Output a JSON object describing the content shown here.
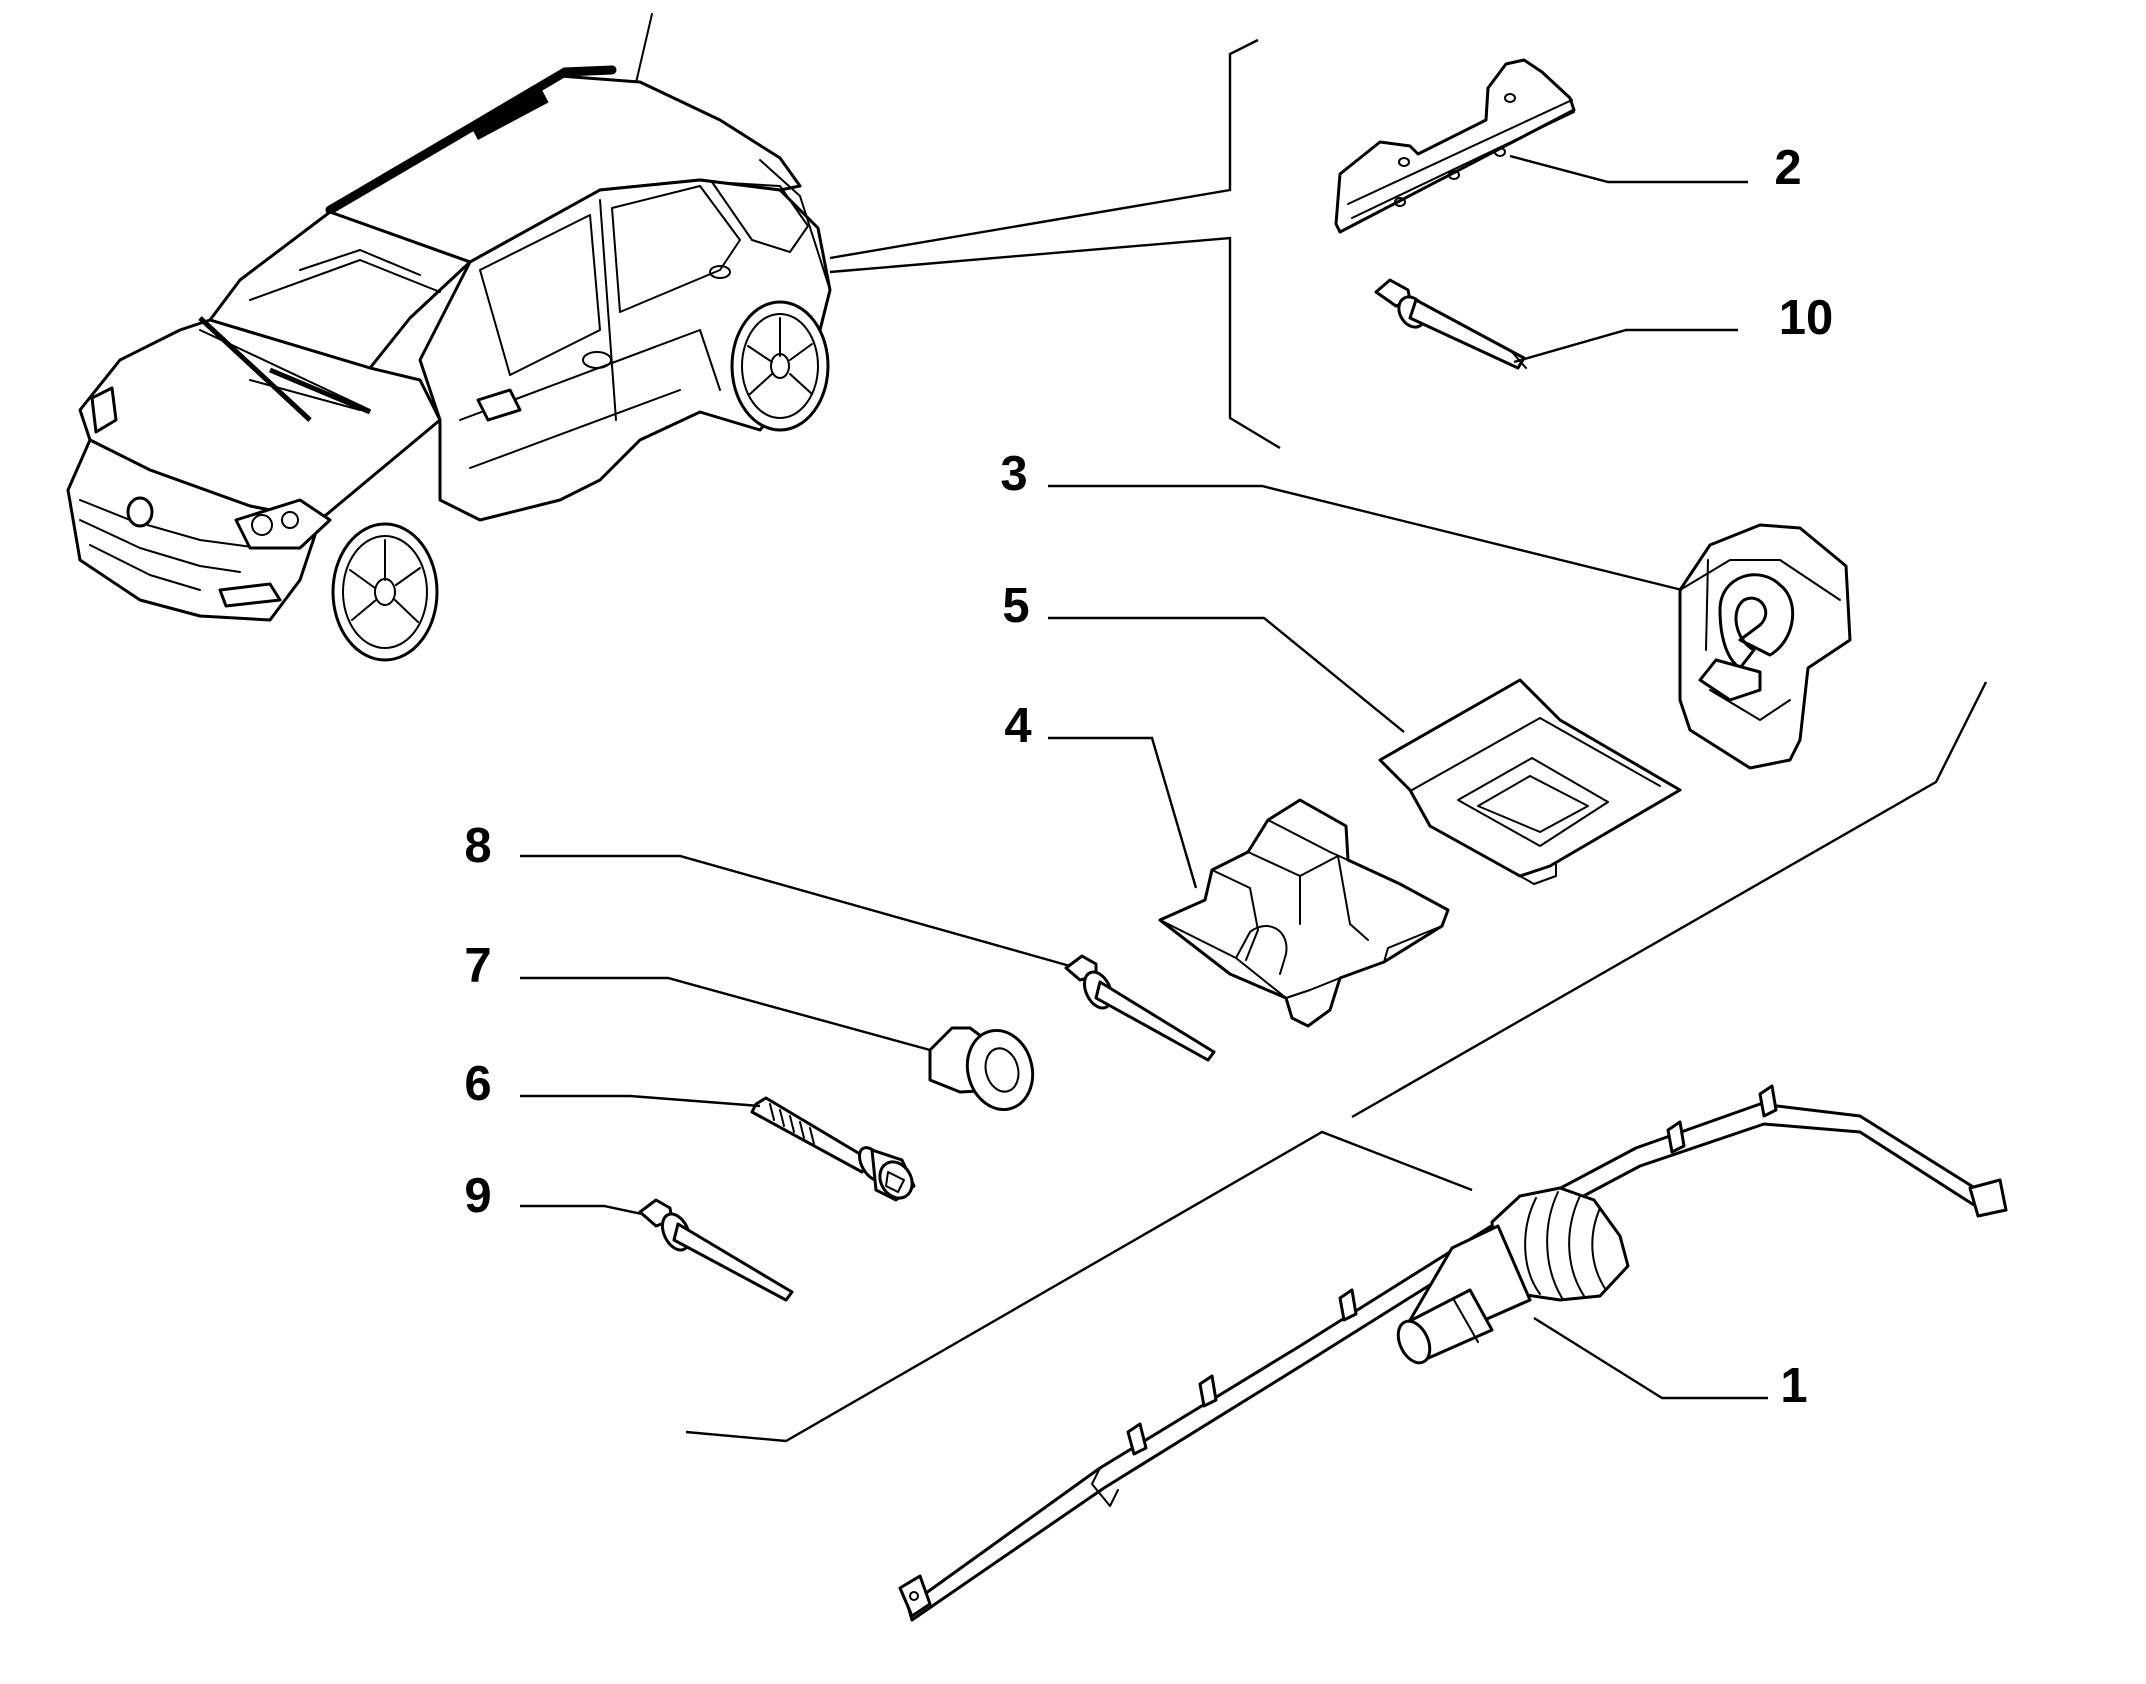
{
  "callouts": [
    {
      "id": "callout-1",
      "text": "1"
    },
    {
      "id": "callout-2",
      "text": "2"
    },
    {
      "id": "callout-3",
      "text": "3"
    },
    {
      "id": "callout-4",
      "text": "4"
    },
    {
      "id": "callout-5",
      "text": "5"
    },
    {
      "id": "callout-6",
      "text": "6"
    },
    {
      "id": "callout-7",
      "text": "7"
    },
    {
      "id": "callout-8",
      "text": "8"
    },
    {
      "id": "callout-9",
      "text": "9"
    },
    {
      "id": "callout-10",
      "text": "10"
    }
  ],
  "colors": {
    "ink": "#000000",
    "paper": "#ffffff",
    "shade": "#e6e6e6"
  }
}
